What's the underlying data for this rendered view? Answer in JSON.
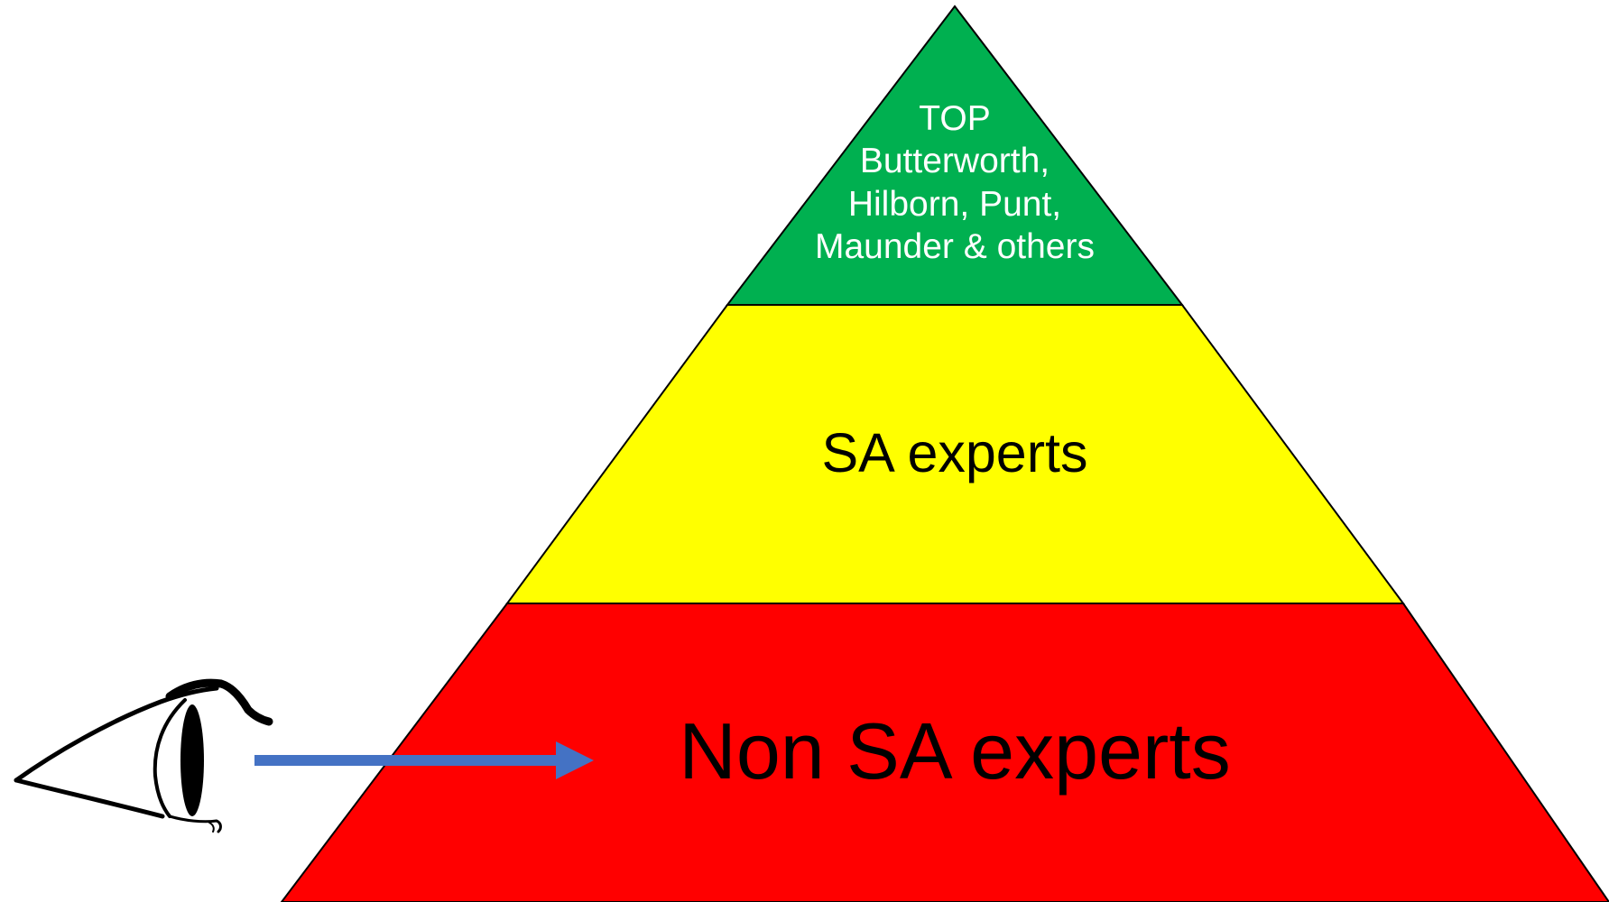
{
  "pyramid": {
    "top": {
      "lines": [
        "TOP",
        "Butterworth,",
        "Hilborn, Punt,",
        "Maunder & others"
      ],
      "color": "#00B050",
      "text_color": "#ffffff"
    },
    "middle": {
      "label": "SA experts",
      "color": "#FFFF00"
    },
    "bottom": {
      "label": "Non SA experts",
      "color": "#FF0000"
    }
  },
  "viewer": {
    "icon": "eye-icon",
    "arrow_color": "#4472C4"
  }
}
